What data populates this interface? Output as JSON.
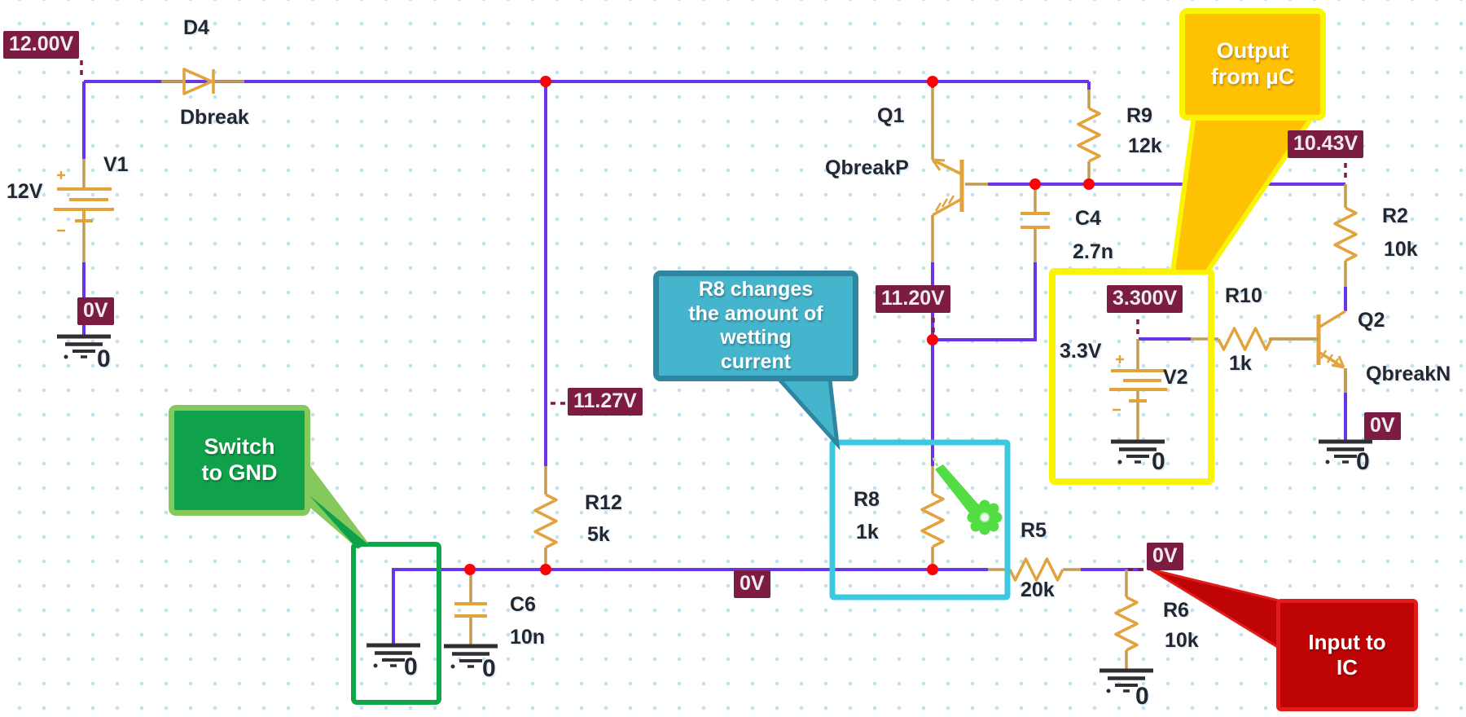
{
  "components": {
    "d4": {
      "ref": "D4",
      "value": "Dbreak"
    },
    "v1": {
      "ref": "V1",
      "value": "12V"
    },
    "r12": {
      "ref": "R12",
      "value": "5k"
    },
    "c6": {
      "ref": "C6",
      "value": "10n"
    },
    "q1": {
      "ref": "Q1",
      "value": "QbreakP"
    },
    "r9": {
      "ref": "R9",
      "value": "12k"
    },
    "c4": {
      "ref": "C4",
      "value": "2.7n"
    },
    "r8": {
      "ref": "R8",
      "value": "1k"
    },
    "r5": {
      "ref": "R5",
      "value": "20k"
    },
    "r6": {
      "ref": "R6",
      "value": "10k"
    },
    "r2": {
      "ref": "R2",
      "value": "10k"
    },
    "r10": {
      "ref": "R10",
      "value": "1k"
    },
    "q2": {
      "ref": "Q2",
      "value": "QbreakN"
    },
    "v2": {
      "ref": "V2",
      "value": "3.3V"
    }
  },
  "bias_labels": {
    "v1_top": "12.00V",
    "v1_gnd": "0V",
    "mid_rail": "11.27V",
    "bottom_rail": "0V",
    "q1_collector": "11.20V",
    "v2_node": "3.300V",
    "q1_base": "10.43V",
    "q2_emitter": "0V",
    "r6_node": "0V"
  },
  "grounds": {
    "v1": "0",
    "switch": "0",
    "c6": "0",
    "v2": "0",
    "q2": "0",
    "r6": "0"
  },
  "callouts": {
    "output_uc": {
      "line1": "Output",
      "line2": "from µC"
    },
    "wetting": {
      "line1": "R8 changes",
      "line2": "the amount of",
      "line3": "wetting",
      "line4": "current"
    },
    "switch_gnd": {
      "line1": "Switch",
      "line2": "to GND"
    },
    "input_ic": {
      "line1": "Input to",
      "line2": "IC"
    }
  },
  "colors": {
    "wire": "#6a35e6",
    "component_body": "#e2a33c",
    "component_lead": "#c49b52",
    "badge_bg": "#7c1c42",
    "badge_text": "#efecec",
    "junction_dot": "#fb0207",
    "ground_symbol": "#2f2f33",
    "label_text": "#26262e",
    "grid_dot": "#bfe2f2",
    "callout_yellow_fill": "#ffc103",
    "callout_yellow_border": "#f8f404",
    "callout_teal_fill": "#45b5cd",
    "callout_teal_border": "#2e86a0",
    "callout_green_fill": "#10a24a",
    "callout_green_border": "#85c95c",
    "callout_red_fill": "#be0404",
    "callout_red_border": "#e21b1b",
    "highlight_yellow": "#f8f404",
    "highlight_cyan": "#3bc8e0",
    "highlight_green": "#0ea648",
    "adjust_pointer_green": "#52de43"
  }
}
